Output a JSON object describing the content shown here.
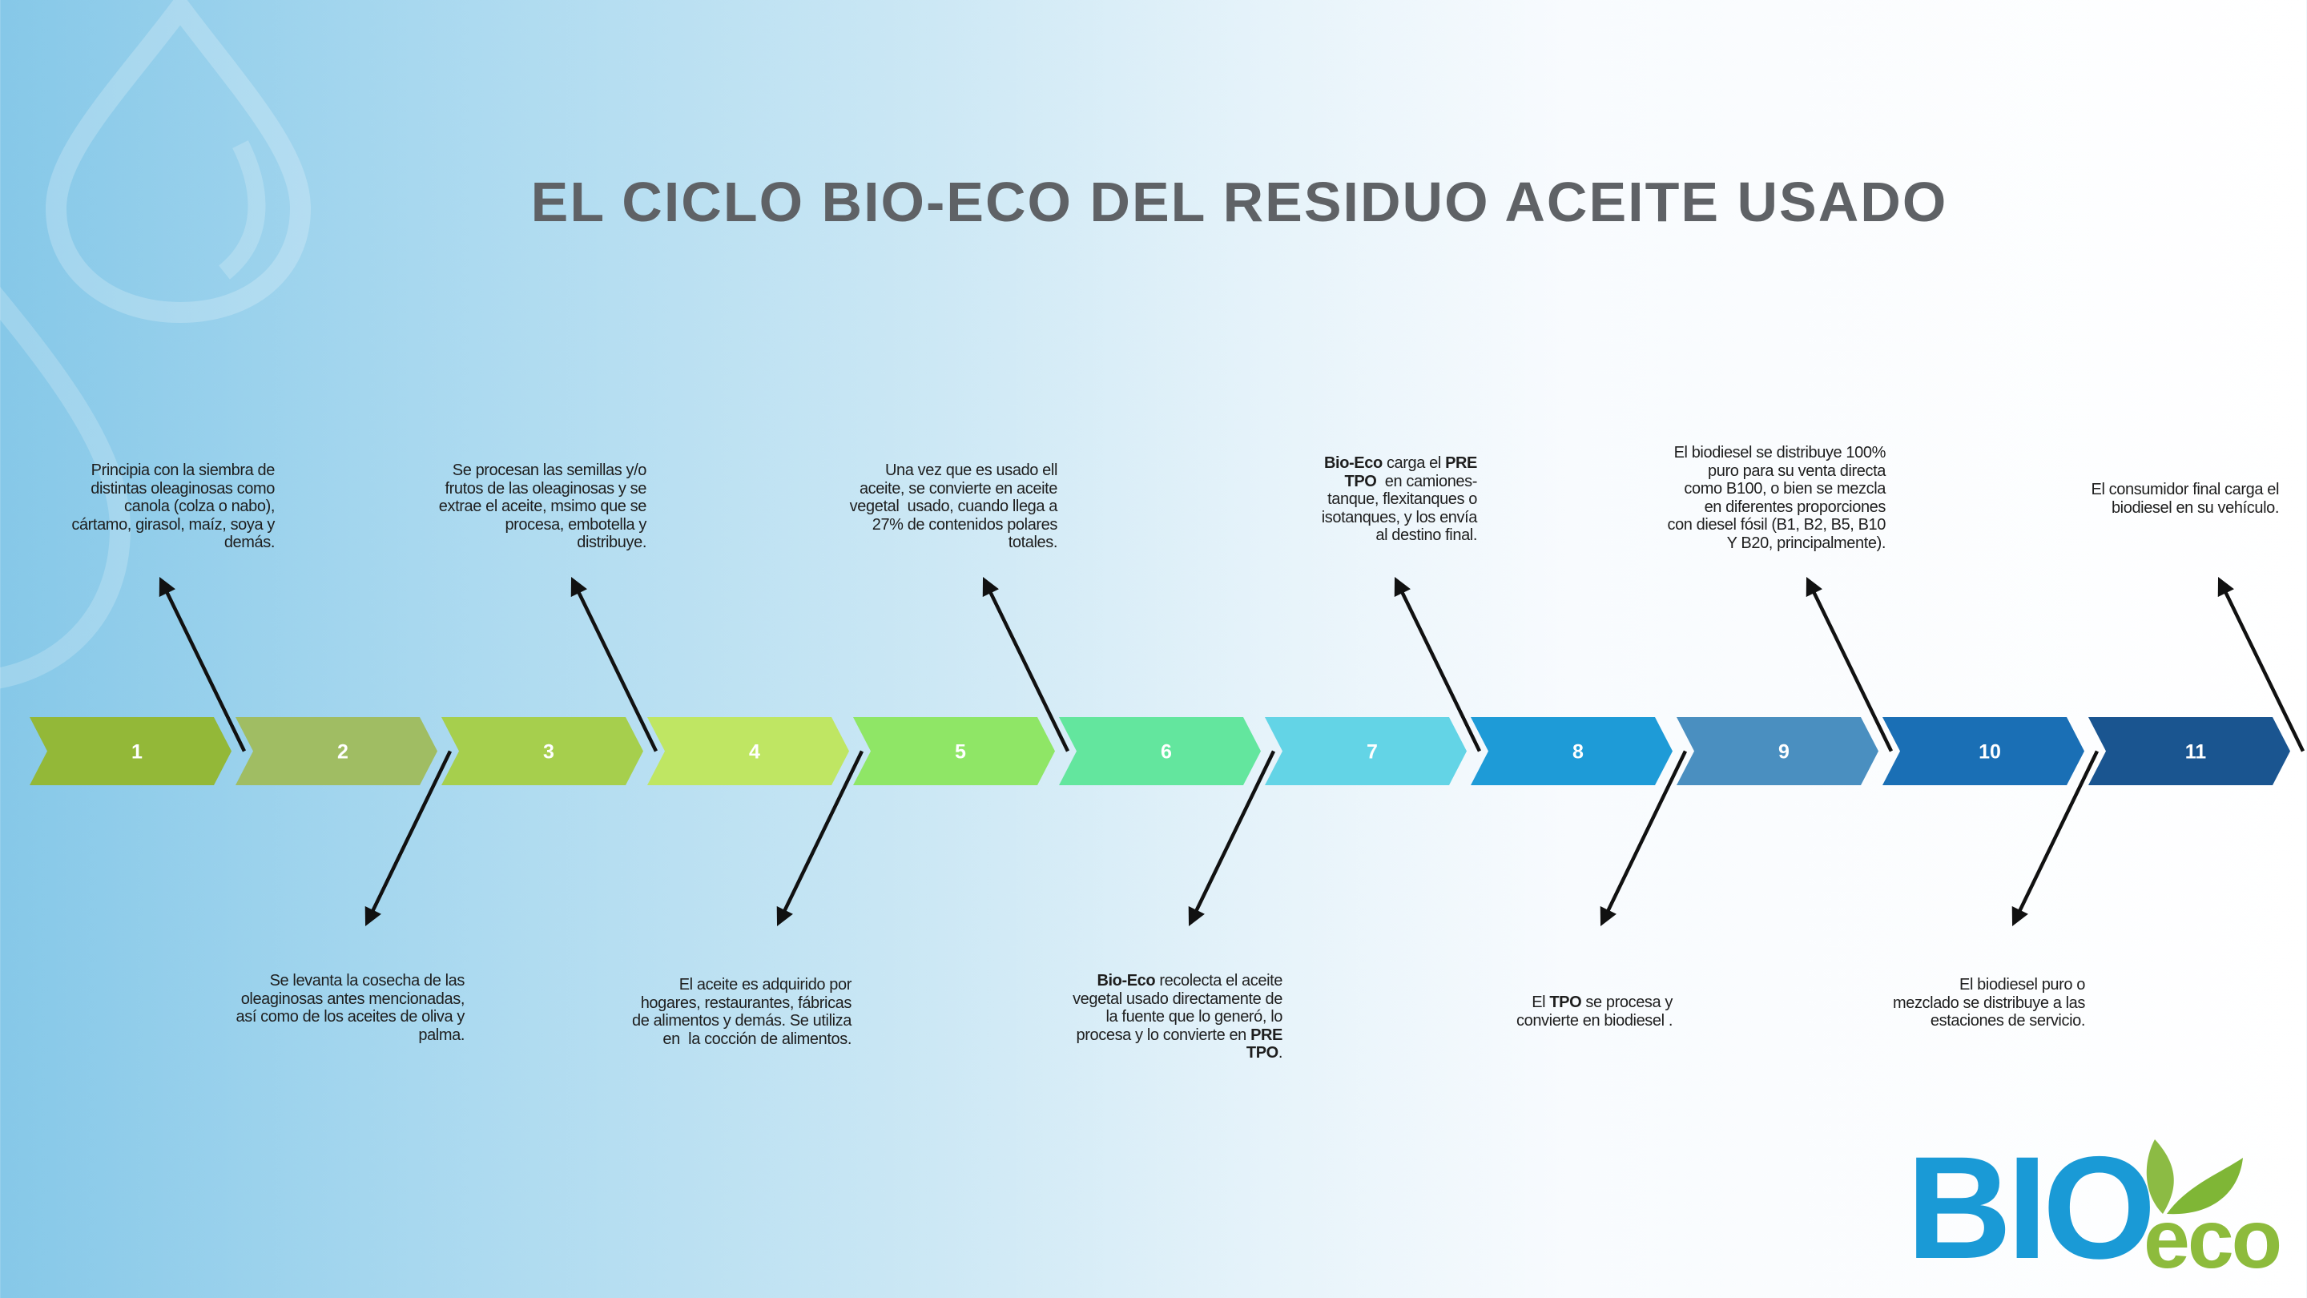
{
  "title": "EL CICLO BIO-ECO DEL RESIDUO ACEITE USADO",
  "steps": [
    {
      "label": "1",
      "color": "#93b838"
    },
    {
      "label": "2",
      "color": "#a0bd63"
    },
    {
      "label": "3",
      "color": "#a6cf4d"
    },
    {
      "label": "4",
      "color": "#bfe663"
    },
    {
      "label": "5",
      "color": "#8fe666"
    },
    {
      "label": "6",
      "color": "#63e69e"
    },
    {
      "label": "7",
      "color": "#63d4e6"
    },
    {
      "label": "8",
      "color": "#1e9bd7"
    },
    {
      "label": "9",
      "color": "#4a8fc0"
    },
    {
      "label": "10",
      "color": "#1a6fb5"
    },
    {
      "label": "11",
      "color": "#1a5590"
    }
  ],
  "notes": [
    [
      [
        [
          "Principia con la siembra de"
        ]
      ],
      [
        [
          "distintas oleaginosas como"
        ]
      ],
      [
        [
          "canola (colza o nabo),"
        ]
      ],
      [
        [
          "cártamo, girasol, maíz, soya y"
        ]
      ],
      [
        [
          "demás."
        ]
      ]
    ],
    [
      [
        [
          "Se levanta la cosecha de las"
        ]
      ],
      [
        [
          "oleaginosas antes mencionadas,"
        ]
      ],
      [
        [
          "así como de los aceites de oliva y"
        ]
      ],
      [
        [
          "palma."
        ]
      ]
    ],
    [
      [
        [
          "Se procesan las semillas y/o"
        ]
      ],
      [
        [
          "frutos de las oleaginosas y se"
        ]
      ],
      [
        [
          "extrae el aceite, msimo que se"
        ]
      ],
      [
        [
          "procesa, embotella y"
        ]
      ],
      [
        [
          "distribuye."
        ]
      ]
    ],
    [
      [
        [
          "El aceite es adquirido por"
        ]
      ],
      [
        [
          "hogares, restaurantes, fábricas"
        ]
      ],
      [
        [
          "de alimentos y demás. Se utiliza"
        ]
      ],
      [
        [
          "en  la cocción de alimentos."
        ]
      ]
    ],
    [
      [
        [
          "Una vez que es usado ell"
        ]
      ],
      [
        [
          "aceite, se convierte en aceite"
        ]
      ],
      [
        [
          "vegetal  usado, cuando llega a"
        ]
      ],
      [
        [
          "27% de contenidos polares"
        ]
      ],
      [
        [
          "totales."
        ]
      ]
    ],
    [
      [
        [
          "Bio-Eco",
          1
        ],
        [
          " recolecta el aceite"
        ]
      ],
      [
        [
          "vegetal usado directamente de"
        ]
      ],
      [
        [
          "la fuente que lo generó, lo"
        ]
      ],
      [
        [
          "procesa y lo convierte en "
        ],
        [
          "PRE",
          1
        ]
      ],
      [
        [
          "TPO",
          1
        ],
        [
          "."
        ]
      ]
    ],
    [
      [
        [
          "Bio-Eco",
          1
        ],
        [
          " carga el "
        ],
        [
          "PRE",
          1
        ]
      ],
      [
        [
          "TPO",
          1
        ],
        [
          "  en camiones-"
        ]
      ],
      [
        [
          "tanque, flexitanques o"
        ]
      ],
      [
        [
          "isotanques, y los envía"
        ]
      ],
      [
        [
          "al destino final."
        ]
      ]
    ],
    [
      [
        [
          "El "
        ],
        [
          "TPO",
          1
        ],
        [
          " se procesa y"
        ]
      ],
      [
        [
          "convierte en biodiesel ."
        ]
      ]
    ],
    [
      [
        [
          "El biodiesel se distribuye 100%"
        ]
      ],
      [
        [
          "puro para su venta directa"
        ]
      ],
      [
        [
          "como B100, o bien se mezcla"
        ]
      ],
      [
        [
          "en diferentes proporciones"
        ]
      ],
      [
        [
          "con diesel fósil (B1, B2, B5, B10"
        ]
      ],
      [
        [
          "Y B20, principalmente)."
        ]
      ]
    ],
    [
      [
        [
          "El biodiesel puro o"
        ]
      ],
      [
        [
          "mezclado se distribuye a las"
        ]
      ],
      [
        [
          "estaciones de servicio."
        ]
      ]
    ],
    [
      [
        [
          "El consumidor final carga el"
        ]
      ],
      [
        [
          "biodiesel en su vehículo."
        ]
      ]
    ]
  ],
  "logo": {
    "text_bio": "BIO",
    "text_eco": "eco",
    "blue": "#1a9ad6",
    "green": "#8dbb3c"
  }
}
